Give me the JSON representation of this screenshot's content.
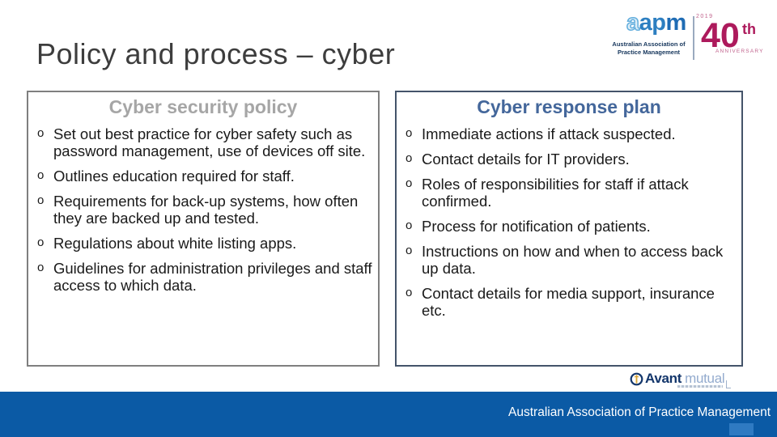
{
  "slide": {
    "title": "Policy and process – cyber",
    "footer_text": "Australian Association of Practice Management"
  },
  "left_box": {
    "heading": "Cyber security policy",
    "bullets": [
      "Set out best practice for cyber safety such as password management, use of devices off site.",
      "Outlines education required for staff.",
      "Requirements for back-up systems, how often they are backed up and tested.",
      "Regulations about white listing apps.",
      "Guidelines for administration privileges and staff access to which data."
    ]
  },
  "right_box": {
    "heading": "Cyber response plan",
    "bullets": [
      "Immediate actions if attack suspected.",
      "Contact details for IT providers.",
      "Roles of responsibilities for staff if attack confirmed.",
      "Process for notification of patients.",
      "Instructions on how and when to access back up data.",
      "Contact details for media support, insurance etc."
    ]
  },
  "aapm_logo": {
    "wordmark_a": "a",
    "wordmark_ap": "ap",
    "wordmark_m": "m",
    "sub_line1": "Australian Association of",
    "sub_line2": "Practice Management",
    "year": "2019",
    "forty": "40",
    "th": "th",
    "anniversary": "ANNIVERSARY"
  },
  "avant_logo": {
    "name": "Avant",
    "suffix": "mutual"
  },
  "colors": {
    "footer_bar_blue": "#0b5aa5",
    "slide_number_blue": "#2f7ac2",
    "left_heading_gray": "#a6a6a6",
    "left_border_gray": "#7f7f7f",
    "right_heading_blue": "#44679b",
    "right_border_slate": "#44546a",
    "aapm_blue": "#2d7fc1",
    "anniversary_magenta": "#ad1a5c",
    "avant_navy": "#13366b",
    "body_text": "#1a1a1a"
  }
}
